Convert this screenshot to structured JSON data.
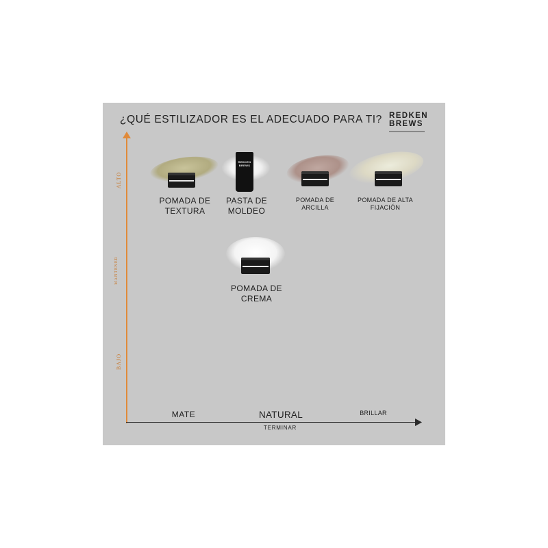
{
  "title": "¿QUÉ ESTILIZADOR ES EL ADECUADO PARA TI?",
  "brand": {
    "line1": "REDKEN",
    "line2": "BREWS"
  },
  "y_axis": {
    "label": "MANTENER",
    "high": "ALTO",
    "low": "BAJO"
  },
  "x_axis": {
    "label": "TERMINAR",
    "left": "MATE",
    "center": "NATURAL",
    "right": "BRILLAR"
  },
  "products": [
    {
      "line1": "POMADA DE",
      "line2": "TEXTURA"
    },
    {
      "line1": "PASTA DE",
      "line2": "MOLDEO"
    },
    {
      "line1": "POMADA DE",
      "line2": "ARCILLA"
    },
    {
      "line1": "POMADA DE ALTA",
      "line2": "FIJACIÓN"
    },
    {
      "line1": "POMADA DE",
      "line2": "CREMA"
    }
  ],
  "tube_text": [
    "REDKEN",
    "BREWS"
  ],
  "colors": {
    "accent_axis": "#e08a3a",
    "panel": "#c8c8c8"
  }
}
